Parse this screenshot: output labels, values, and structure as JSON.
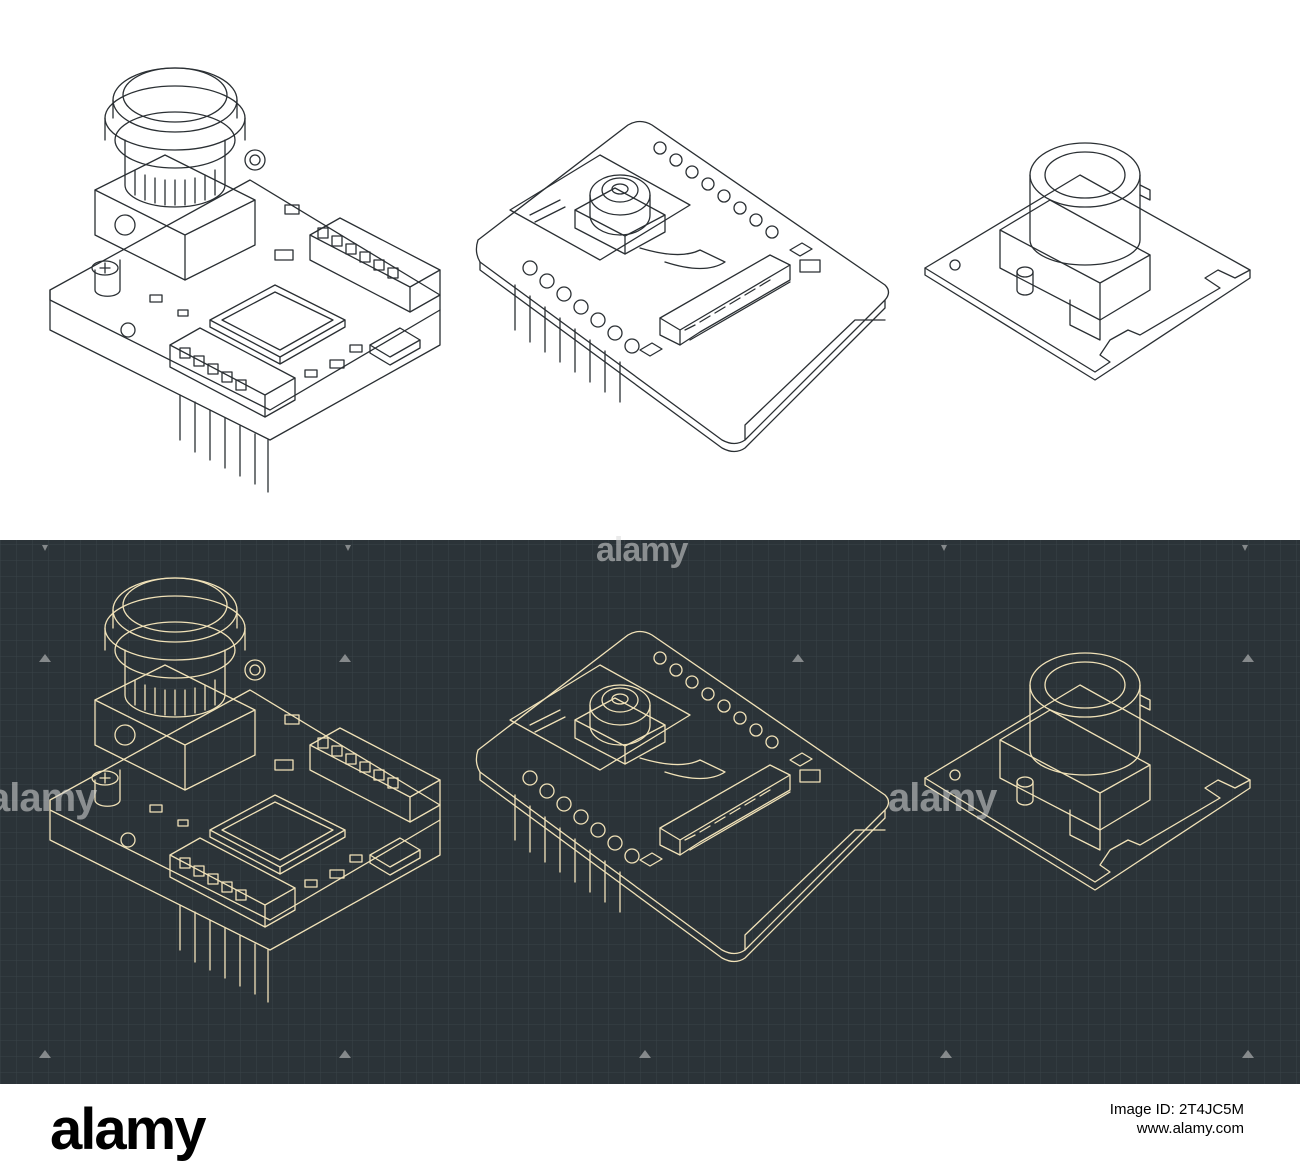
{
  "colors": {
    "top_background": "#ffffff",
    "top_line": "#2a2f33",
    "bottom_background": "#2b3338",
    "bottom_grid": "#3a4348",
    "bottom_line": "#f1e2b8",
    "footer_background": "#ffffff",
    "footer_text": "#000000"
  },
  "panels": {
    "top": {
      "style": "line drawing on white"
    },
    "bottom": {
      "style": "blueprint on dark grid"
    }
  },
  "drawings": [
    {
      "subject": "camera module development board with lens, processor chip and pin headers"
    },
    {
      "subject": "compact camera board with small lens, ribbon cable connector and pins"
    },
    {
      "subject": "camera lens module on flat mounting plate"
    }
  ],
  "watermark": {
    "text": "alamy"
  },
  "footer": {
    "logo": "alamy",
    "image_id_label": "Image ID: 2T4JC5M",
    "site": "www.alamy.com"
  }
}
